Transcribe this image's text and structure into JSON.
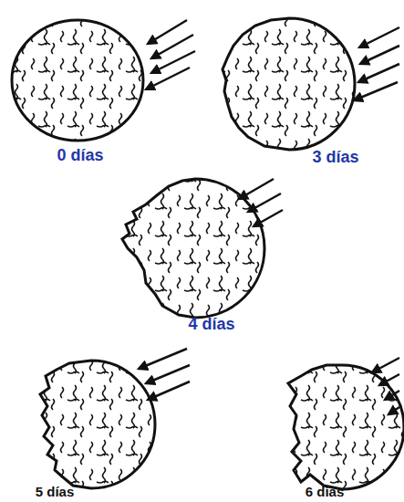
{
  "diagram": {
    "labels": [
      "0 días",
      "3 días",
      "4 días",
      "5 días",
      "6 días"
    ]
  }
}
